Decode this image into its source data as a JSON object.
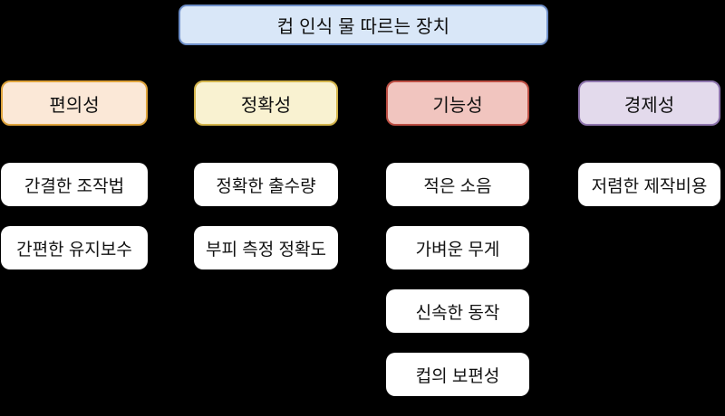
{
  "background": "#000000",
  "root": {
    "label": "컵 인식 물 따르는 장치",
    "fill": "#D9E7F8",
    "border": "#6D8EC8",
    "text_color": "#101010"
  },
  "columns": [
    {
      "id": "convenience",
      "label": "편의성",
      "fill": "#FBE8D7",
      "border": "#DFA43C",
      "items": [
        "간결한 조작법",
        "간편한 유지보수"
      ]
    },
    {
      "id": "accuracy",
      "label": "정확성",
      "fill": "#F9F2D1",
      "border": "#D3B44B",
      "items": [
        "정확한 출수량",
        "부피 측정 정확도"
      ]
    },
    {
      "id": "functionality",
      "label": "기능성",
      "fill": "#F1C5BF",
      "border": "#BD4F44",
      "items": [
        "적은 소음",
        "가벼운 무게",
        "신속한 동작",
        "컵의 보편성"
      ]
    },
    {
      "id": "economy",
      "label": "경제성",
      "fill": "#E3DAEC",
      "border": "#8F76AE",
      "items": [
        "저렴한 제작비용"
      ]
    }
  ],
  "leaf": {
    "fill": "#FFFFFF",
    "text_color": "#111111"
  }
}
